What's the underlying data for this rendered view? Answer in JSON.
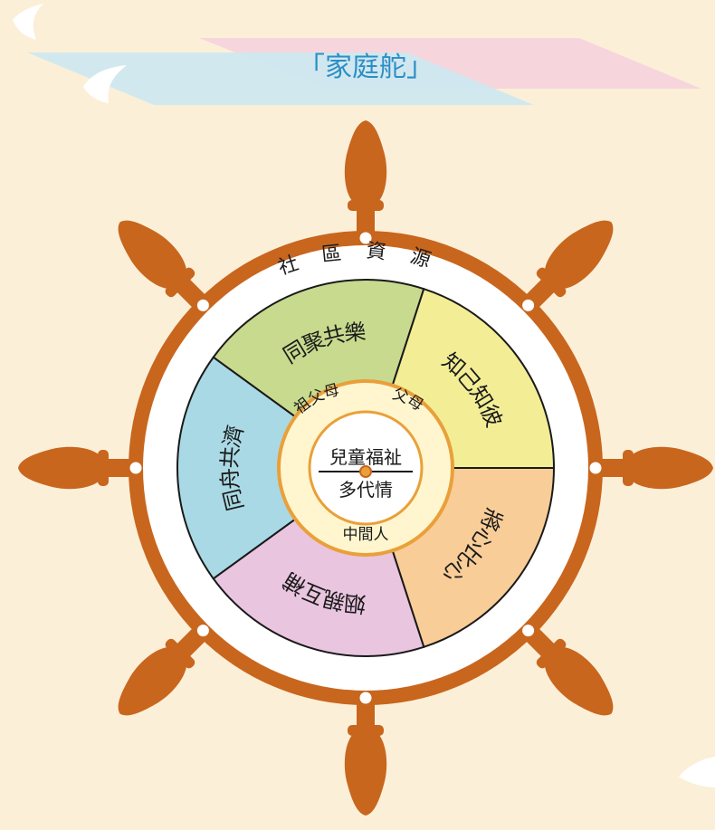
{
  "title": "「家庭舵」",
  "outer_ring": "社區資源",
  "segments": [
    {
      "label": "同聚共樂",
      "color": "#c8da8e"
    },
    {
      "label": "知己知彼",
      "color": "#f3ee96"
    },
    {
      "label": "將心比心",
      "color": "#f9cd98"
    },
    {
      "label": "姻親互補",
      "color": "#e9c5df"
    },
    {
      "label": "同舟共濟",
      "color": "#a9d9e4"
    }
  ],
  "hub_labels": {
    "grandparents": "祖父母",
    "parents": "父母",
    "middle": "中間人"
  },
  "center": {
    "top": "兒童福祉",
    "bottom": "多代情"
  },
  "colors": {
    "wood": "#c8661e",
    "background": "#fcefd8",
    "title": "#2b8fc6",
    "hub_outer": "#fff6cf",
    "hub_ring": "#e9a03a"
  }
}
